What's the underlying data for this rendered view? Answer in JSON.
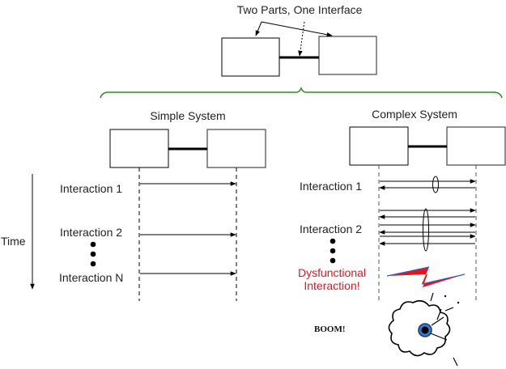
{
  "top": {
    "title": "Two Parts, One Interface"
  },
  "simple": {
    "title": "Simple System",
    "interactions": [
      "Interaction 1",
      "Interaction 2",
      "Interaction N"
    ]
  },
  "complex": {
    "title": "Complex System",
    "interactions": [
      "Interaction 1",
      "Interaction 2"
    ],
    "dysfunctional_line1": "Dysfunctional",
    "dysfunctional_line2": "Interaction!"
  },
  "time_label": "Time",
  "boom_label": "BOOM!",
  "colors": {
    "brace": "#2e8b22",
    "dysfunctional": "#e8141b",
    "bolt_red": "#e8141b",
    "bolt_blue": "#2f5fbf"
  }
}
